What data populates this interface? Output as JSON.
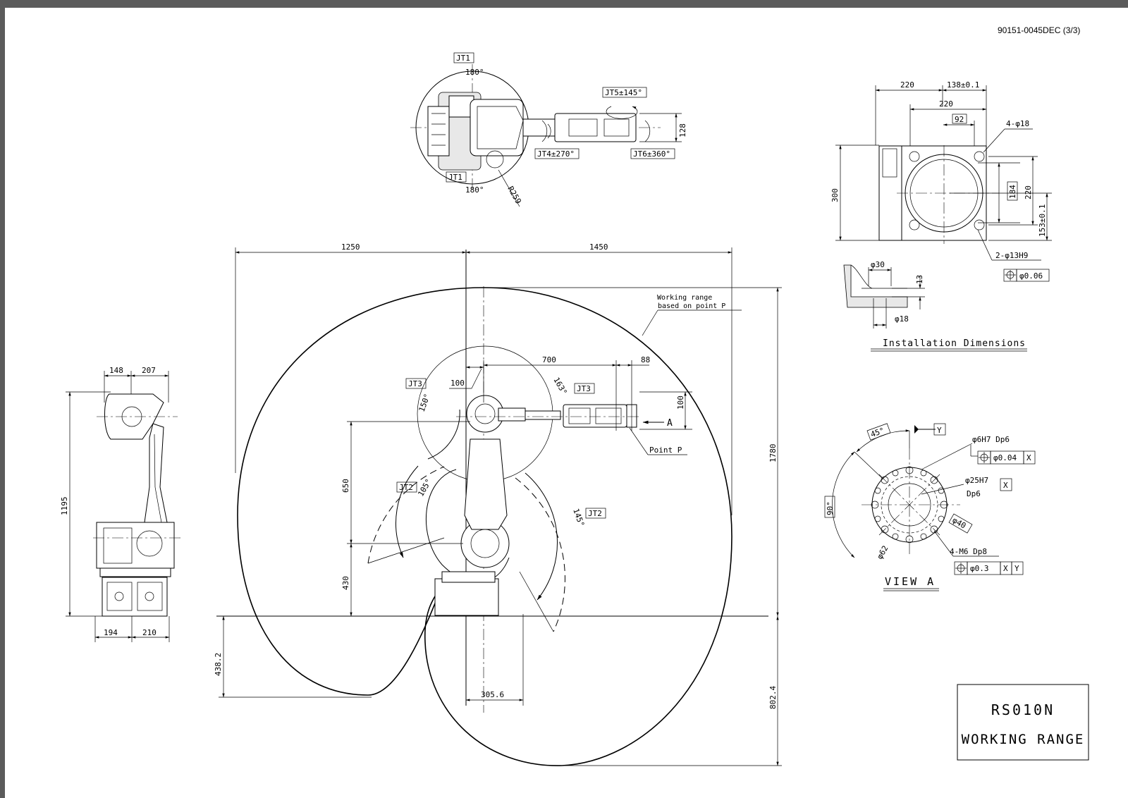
{
  "document": {
    "code": "90151-0045DEC  (3/3)"
  },
  "top_view": {
    "jt1_top": "JT1",
    "jt1_top_angle": "180°",
    "jt1_bottom": "JT1",
    "jt1_bottom_angle": "180°",
    "jt5": "JT5±145°",
    "jt4": "JT4±270°",
    "jt6": "JT6±360°",
    "radius": "R259",
    "width": "128"
  },
  "side_view": {
    "dim_top_left": "148",
    "dim_top_right": "207",
    "height": "1195",
    "dim_bottom_left": "194",
    "dim_bottom_right": "210"
  },
  "main_view": {
    "reach_left": "1250",
    "reach_right": "1450",
    "working_range_note_line1": "Working range",
    "working_range_note_line2": "based on point P",
    "arm_length": "700",
    "wrist_length": "88",
    "offset": "100",
    "wrist_height": "100",
    "arrow_a": "A",
    "point_p": "Point P",
    "jt3_left": "JT3",
    "jt3_left_angle": "150°",
    "jt3_right": "JT3",
    "jt3_right_angle": "163°",
    "jt2_left": "JT2",
    "jt2_left_angle": "105°",
    "jt2_right": "JT2",
    "jt2_right_angle": "145°",
    "upper_arm": "650",
    "base_height": "430",
    "total_height": "1780",
    "below_left": "438.2",
    "below_right": "802.4",
    "base_offset": "305.6"
  },
  "installation": {
    "dim_220_top": "220",
    "dim_138": "138±0.1",
    "dim_220_mid": "220",
    "dim_92": "92",
    "holes": "4-φ18",
    "dim_300": "300",
    "dim_184": "184",
    "dim_220_right": "220",
    "dim_153": "153±0.1",
    "pins": "2-φ13H9",
    "tol": "φ0.06",
    "cb_dia": "φ30",
    "cb_depth": "13",
    "hole_dia": "φ18",
    "title": "Installation Dimensions"
  },
  "view_a": {
    "angle_45": "45°",
    "angle_90": "90°",
    "datum_y": "Y",
    "datum_x": "X",
    "h7_hole": "φ6H7 Dp6",
    "h7_tol": "φ0.04",
    "h7_ref": "X",
    "bore": "φ25H7",
    "bore_depth": "Dp6",
    "pcd_40": "φ40",
    "pcd_62": "φ62",
    "tapped": "4-M6 Dp8",
    "tap_tol": "φ0.3",
    "tap_ref1": "X",
    "tap_ref2": "Y",
    "title": "VIEW A"
  },
  "title_block": {
    "model": "RS010N",
    "name": "WORKING RANGE"
  }
}
